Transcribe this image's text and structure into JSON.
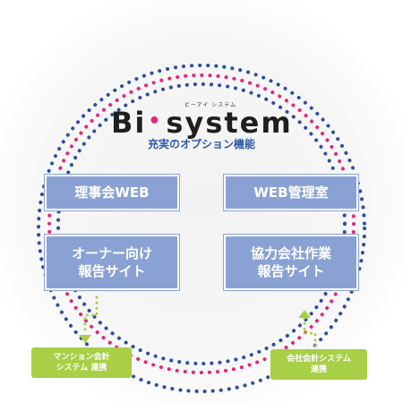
{
  "logo": {
    "ruby": "ビーアイ システム",
    "prefix": "Bi",
    "dot": "•",
    "suffix": "system"
  },
  "subtitle": "充実のオプション機能",
  "options": [
    {
      "id": "rijikai",
      "label": "理事会WEB"
    },
    {
      "id": "web-kanri",
      "label": "WEB管理室"
    },
    {
      "id": "owner-report",
      "label": "オーナー向け\n報告サイト"
    },
    {
      "id": "partner-report",
      "label": "協力会社作業\n報告サイト"
    }
  ],
  "integrations": [
    {
      "id": "mansion-accounting",
      "label": "マンション会計\nシステム 連携"
    },
    {
      "id": "company-accounting",
      "label": "会社会計システム\n連携"
    }
  ],
  "colors": {
    "ring_pink": "#e0287a",
    "ring_blue": "#2b4fa0",
    "box_fill": "#8aa1d3",
    "accent_green": "#a8cf45",
    "subtitle": "#2f5aa8"
  }
}
